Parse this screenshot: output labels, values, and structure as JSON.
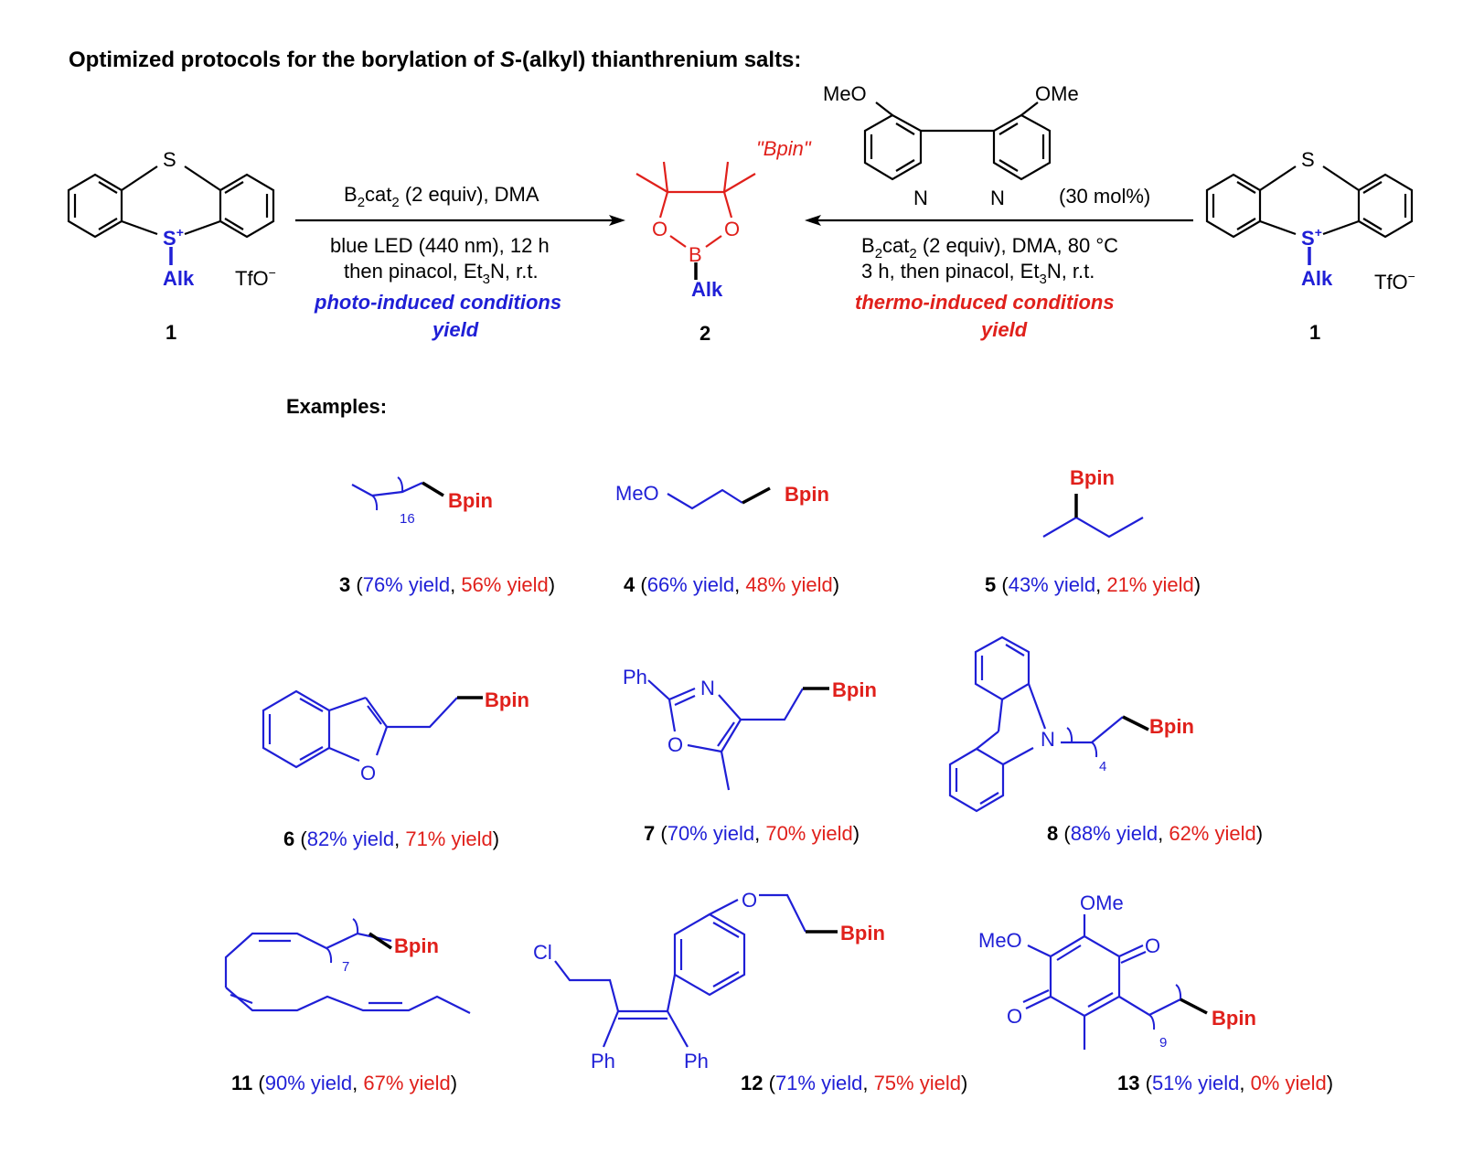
{
  "title": {
    "prefix": "Optimized protocols for the borylation of ",
    "italic": "S",
    "suffix": "-(alkyl) thianthrenium salts:"
  },
  "colors": {
    "photo": "#1f1fd6",
    "thermo": "#e0201b",
    "text": "#000000"
  },
  "scheme": {
    "left_reagent": {
      "ring_atom": "S",
      "cation": "S",
      "charge": "+",
      "group": "Alk",
      "counterion": "TfO",
      "counter_charge": "−",
      "label": "1"
    },
    "right_reagent": {
      "ring_atom": "S",
      "cation": "S",
      "charge": "+",
      "group": "Alk",
      "counterion": "TfO",
      "counter_charge": "−",
      "label": "1"
    },
    "product": {
      "bpin_note": "\"Bpin\"",
      "boron": "B",
      "oxygen": "O",
      "group": "Alk",
      "label": "2"
    },
    "photo": {
      "line1": {
        "a": "B",
        "sub1": "2",
        "b": "cat",
        "sub2": "2",
        "c": " (2 equiv), DMA"
      },
      "line2": "blue LED (440 nm), 12 h",
      "line3": {
        "a": "then pinacol, Et",
        "sub": "3",
        "b": "N, r.t."
      },
      "label": "photo-induced conditions",
      "yield": "yield"
    },
    "thermo": {
      "ligand": {
        "meo": "MeO",
        "ome": "OMe",
        "n": "N",
        "loading": "(30 mol%)"
      },
      "line1": {
        "a": "B",
        "sub1": "2",
        "b": "cat",
        "sub2": "2",
        "c": " (2 equiv), DMA, 80 °C"
      },
      "line2": {
        "a": "3 h, then pinacol, Et",
        "sub": "3",
        "b": "N, r.t."
      },
      "label": "thermo-induced conditions",
      "yield": "yield"
    }
  },
  "examples_heading": "Examples:",
  "examples": [
    {
      "id": "3",
      "photo": "76% yield",
      "thermo": "56% yield",
      "labels": {
        "bpin": "Bpin",
        "n": "16"
      }
    },
    {
      "id": "4",
      "photo": "66% yield",
      "thermo": "48% yield",
      "labels": {
        "bpin": "Bpin",
        "meo": "MeO"
      }
    },
    {
      "id": "5",
      "photo": "43% yield",
      "thermo": "21% yield",
      "labels": {
        "bpin": "Bpin"
      }
    },
    {
      "id": "6",
      "photo": "82% yield",
      "thermo": "71% yield",
      "labels": {
        "bpin": "Bpin",
        "o": "O"
      }
    },
    {
      "id": "7",
      "photo": "70% yield",
      "thermo": "70% yield",
      "labels": {
        "bpin": "Bpin",
        "ph": "Ph",
        "n": "N",
        "o": "O"
      }
    },
    {
      "id": "8",
      "photo": "88% yield",
      "thermo": "62% yield",
      "labels": {
        "bpin": "Bpin",
        "n_atom": "N",
        "n": "4"
      }
    },
    {
      "id": "11",
      "photo": "90% yield",
      "thermo": "67% yield",
      "labels": {
        "bpin": "Bpin",
        "n": "7"
      }
    },
    {
      "id": "12",
      "photo": "71% yield",
      "thermo": "75% yield",
      "labels": {
        "bpin": "Bpin",
        "cl": "Cl",
        "o": "O",
        "ph1": "Ph",
        "ph2": "Ph"
      }
    },
    {
      "id": "13",
      "photo": "51% yield",
      "thermo": "0% yield",
      "labels": {
        "bpin": "Bpin",
        "ome": "OMe",
        "meo": "MeO",
        "o1": "O",
        "o2": "O",
        "n": "9"
      }
    }
  ]
}
